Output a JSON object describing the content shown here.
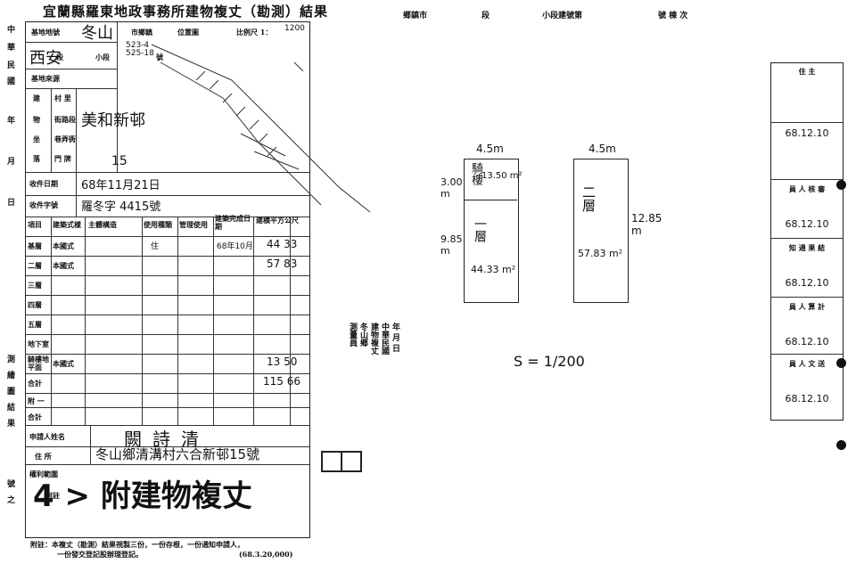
{
  "title": "宜蘭縣羅東地政事務所建物複丈（勘測）結果",
  "top_header": {
    "h1": "鄉鎮市",
    "h2": "段",
    "h3": "小段建號第",
    "h4": "號 棟 次"
  },
  "left_margin": [
    "中",
    "華",
    "民",
    "國",
    "年",
    "月",
    "日",
    "測",
    "繪",
    "圖",
    "結",
    "果",
    "號",
    "之"
  ],
  "form": {
    "row_base_no": "基地地號",
    "base_section": "段",
    "base_subsection": "小段",
    "base_number_suffix": "號",
    "base_source": "基地來源",
    "scale_label": "比例尺 1：",
    "scale_value": "1200",
    "map_label_1": "市鄉鎮",
    "map_label_2": "位置圖",
    "hw_district": "冬山",
    "hw_section": "西安",
    "hw_number": "523-4 525-18",
    "bldg": "建",
    "wu": "物",
    "zuo": "坐",
    "luo": "落",
    "village": "村 里",
    "road": "街路段",
    "lane": "巷弄衖",
    "door": "門 牌",
    "hw_road": "美和新邨",
    "hw_door": "15",
    "receive_date": "收件日期",
    "hw_receive_date": "68年11月21日",
    "receive_no": "收件字號",
    "hw_receive_no": "羅冬字 4415號",
    "cols": [
      "項目",
      "建築式樣",
      "主體構造",
      "使用種類",
      "管理使用",
      "建築完成日期",
      "建積平方公尺"
    ],
    "rows": [
      {
        "item": "基層",
        "style": "本國式",
        "use": "住",
        "date": "68年10月",
        "area": "44 33"
      },
      {
        "item": "二層",
        "style": "本國式",
        "use": "",
        "date": "",
        "area": "57 83"
      },
      {
        "item": "三層",
        "style": "",
        "use": "",
        "date": "",
        "area": ""
      },
      {
        "item": "四層",
        "style": "",
        "use": "",
        "date": "",
        "area": ""
      },
      {
        "item": "五層",
        "style": "",
        "use": "",
        "date": "",
        "area": ""
      },
      {
        "item": "地下室",
        "style": "",
        "use": "",
        "date": "",
        "area": ""
      },
      {
        "item": "騎樓地平面",
        "style": "本國式",
        "use": "",
        "date": "",
        "area": "13 50"
      },
      {
        "item": "合計",
        "style": "",
        "use": "",
        "date": "",
        "area": "115 66"
      },
      {
        "item": "附 一",
        "style": "",
        "use": "",
        "date": "",
        "area": ""
      },
      {
        "item": "合計",
        "style": "",
        "use": "",
        "date": "",
        "area": ""
      }
    ],
    "applicant_label": "申請人姓名",
    "hw_applicant": "闕詩清",
    "address_label": "住 所",
    "hw_address": "冬山鄉清溝村六合新邨15號",
    "rights_label": "權利範圍",
    "note_label": "附註",
    "hw_note": "4 > 附建物複丈"
  },
  "footnote": {
    "line1": "附註：本複丈（勘測）結果視製三份，一份存根，一份通知申請人，",
    "line2": "一份發交登記股辦理登記。",
    "code": "(68.3.20,000)"
  },
  "drawing": {
    "f1_width": "4.5m",
    "f1_arcade": "騎樓",
    "f1_arcade_area": "13.50 m²",
    "f1_arcade_depth": "3.00 m",
    "f1_label": "一層",
    "f1_depth": "9.85 m",
    "f1_area": "44.33 m²",
    "f2_width": "4.5m",
    "f2_label": "二層",
    "f2_area": "57.83 m²",
    "f2_depth": "12.85 m",
    "scale_note": "S = 1/200"
  },
  "middle_block": {
    "col1": "測量員",
    "col2": "冬山鄉",
    "col3": "建物複丈",
    "col4": "中華民國",
    "col5": "年 月 日"
  },
  "panel": {
    "l1": "住 主",
    "v1": "68.12.10",
    "l2": "員 人 核 審",
    "v2": "68.12.10",
    "l3": "知 通 果 結",
    "v3": "68.12.10",
    "l4": "員 人 算 計",
    "v4": "68.12.10",
    "l5": "員 人 文 送",
    "v5": "68.12.10"
  },
  "colors": {
    "ink": "#111111",
    "paper": "#ffffff"
  }
}
